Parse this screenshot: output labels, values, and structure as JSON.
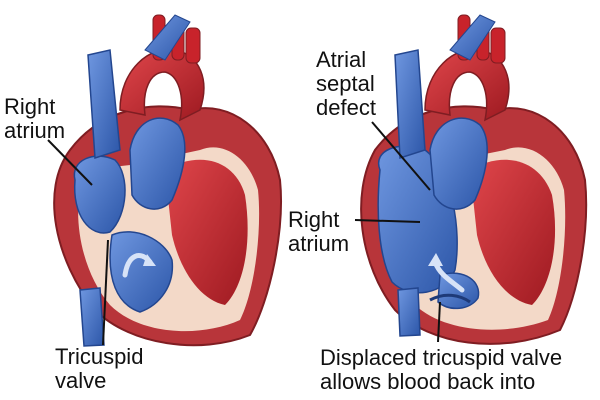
{
  "colors": {
    "deoxygenated_blood": "#3f6fc7",
    "oxygenated_blood": "#c8232b",
    "heart_wall": "#b8353a",
    "chamber_lining": "#f3d9c8",
    "leader_line": "#111111"
  },
  "figures": [
    {
      "id": "normal_heart",
      "labels": {
        "right_atrium": [
          "Right",
          "atrium"
        ],
        "tricuspid_valve": [
          "Tricuspid",
          "valve"
        ]
      }
    },
    {
      "id": "ebstein_heart",
      "labels": {
        "atrial_septal_defect": [
          "Atrial",
          "septal",
          "defect"
        ],
        "right_atrium": [
          "Right",
          "atrium"
        ],
        "displaced_valve": [
          "Displaced tricuspid valve",
          "allows blood back into"
        ]
      }
    }
  ]
}
